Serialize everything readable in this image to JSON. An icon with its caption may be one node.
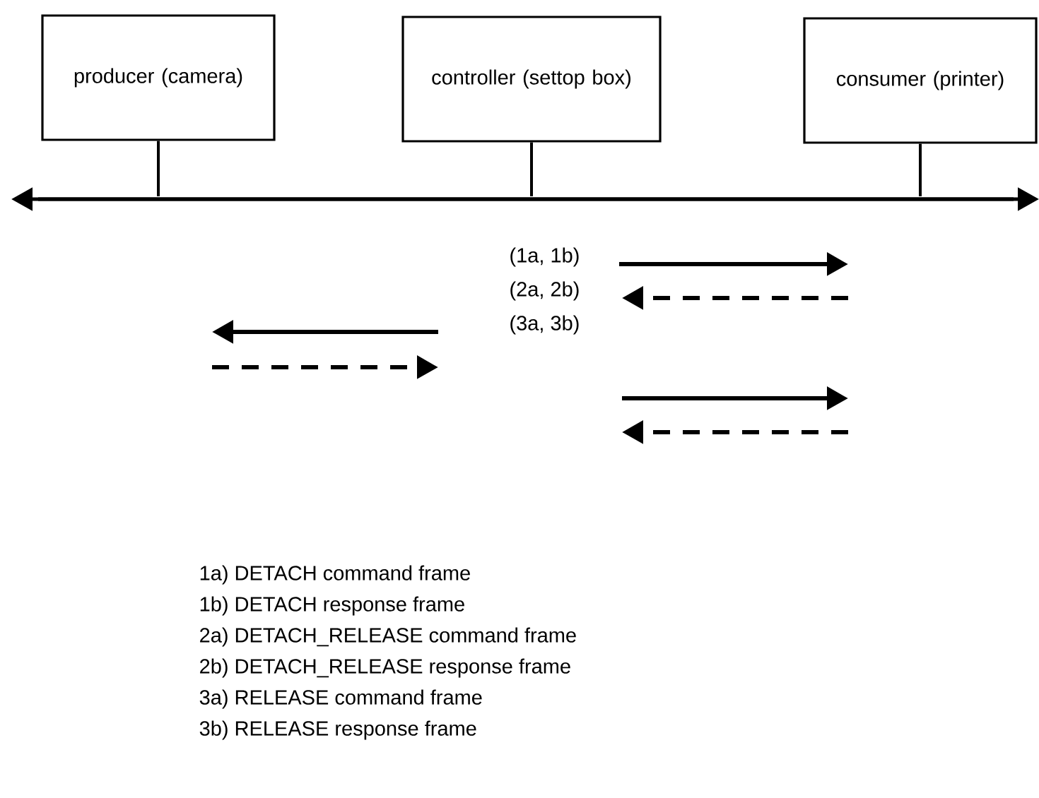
{
  "diagram": {
    "nodes": [
      {
        "text": [
          "producer (camera)"
        ]
      },
      {
        "text": [
          "controller (settop box)"
        ]
      },
      {
        "text": [
          "consumer (printer)"
        ]
      },
      {
        "text": [],
        "shape": "bar"
      }
    ],
    "edges": [
      {
        "from": 0,
        "to": 3,
        "arrow": "none"
      },
      {
        "from": 1,
        "to": 3,
        "arrow": "none"
      },
      {
        "from": 2,
        "to": 3,
        "arrow": "none"
      }
    ],
    "labels": [
      "(1a, 1b)",
      "(2a, 2b)",
      "(3a, 3b)",
      "1a) DETACH command frame",
      "1b) DETACH response frame",
      "2a) DETACH_RELEASE command frame",
      "2b) DETACH_RELEASE response frame",
      "3a) RELEASE command frame",
      "3b) RELEASE response frame"
    ]
  }
}
